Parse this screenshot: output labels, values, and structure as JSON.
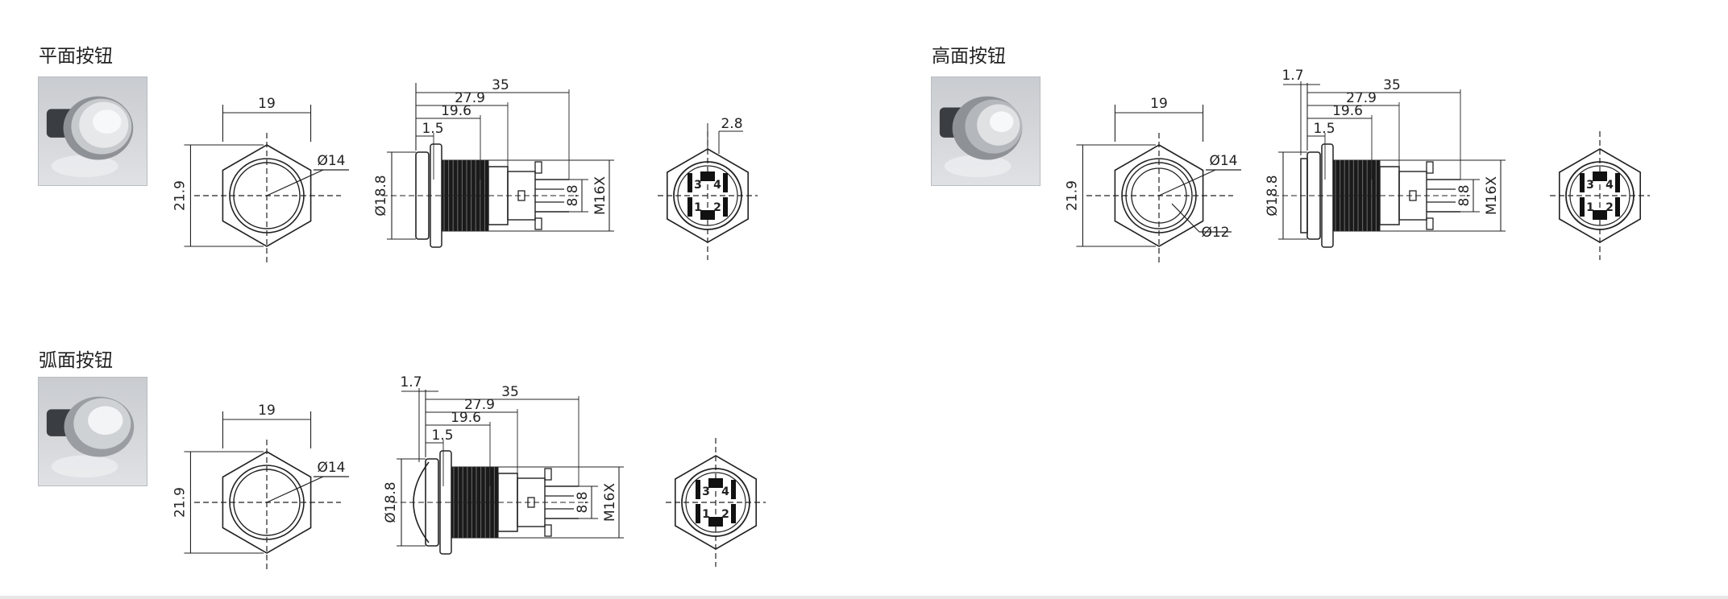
{
  "products": [
    {
      "id": "flat",
      "title": "平面按钮",
      "dims": {
        "hex_width": "19",
        "hex_height": "21.9",
        "head_dia": "Ø14",
        "body_dia": "Ø18.8",
        "overall": "35",
        "body_len": "27.9",
        "thread_len": "19.6",
        "flange": "1.5",
        "thread": "M16X",
        "pin_pitch": "8.8",
        "pin_offset": "2.8"
      },
      "pins": [
        "3",
        "4",
        "1",
        "2"
      ]
    },
    {
      "id": "high",
      "title": "高面按钮",
      "dims": {
        "hex_width": "19",
        "hex_height": "21.9",
        "head_dia": "Ø14",
        "inner_dia": "Ø12",
        "body_dia": "Ø18.8",
        "overall": "35",
        "body_len": "27.9",
        "thread_len": "19.6",
        "flange": "1.5",
        "cap": "1.7",
        "thread": "M16X",
        "pin_pitch": "8.8"
      },
      "pins": [
        "3",
        "4",
        "1",
        "2"
      ]
    },
    {
      "id": "dome",
      "title": "弧面按钮",
      "dims": {
        "hex_width": "19",
        "hex_height": "21.9",
        "head_dia": "Ø14",
        "body_dia": "Ø18.8",
        "overall": "35",
        "body_len": "27.9",
        "thread_len": "19.6",
        "flange": "1.5",
        "cap": "1.7",
        "thread": "M16X",
        "pin_pitch": "8.8"
      },
      "pins": [
        "3",
        "4",
        "1",
        "2"
      ]
    }
  ],
  "colors": {
    "line": "#222222",
    "photo_bg": "#d6d8db"
  }
}
